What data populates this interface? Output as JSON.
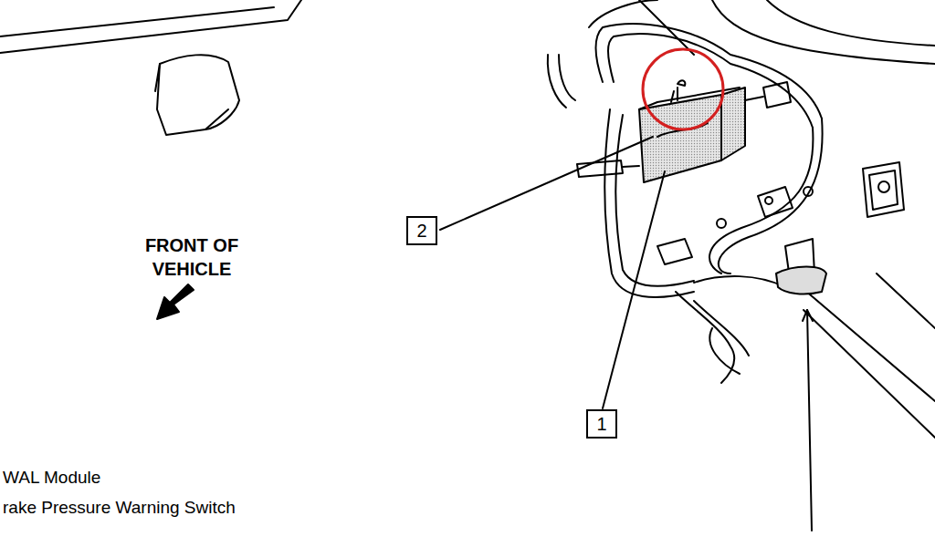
{
  "diagram": {
    "nodes": [
      {
        "text": [
          "2"
        ]
      },
      {
        "text": [
          "1"
        ]
      }
    ],
    "labels": [
      "FRONT OF VEHICLE",
      "WAL Module",
      "rake Pressure Warning Switch"
    ]
  }
}
